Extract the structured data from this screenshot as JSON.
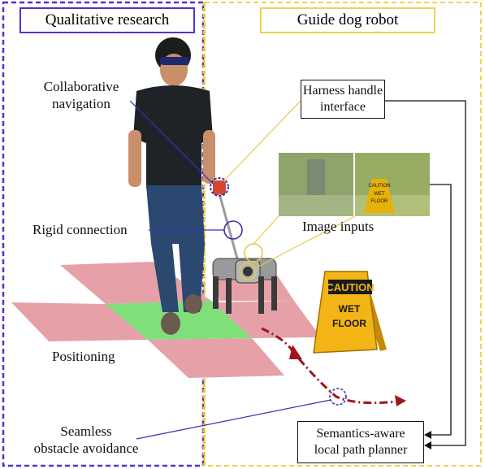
{
  "headers": {
    "left": "Qualitative research",
    "right": "Guide dog robot"
  },
  "labels": {
    "collaborative_line1": "Collaborative",
    "collaborative_line2": "navigation",
    "rigid_connection": "Rigid connection",
    "positioning": "Positioning",
    "seamless_line1": "Seamless",
    "seamless_line2": "obstacle avoidance",
    "image_inputs": "Image inputs"
  },
  "boxes": {
    "harness_line1": "Harness handle",
    "harness_line2": "interface",
    "planner_line1": "Semantics-aware",
    "planner_line2": "local path planner"
  },
  "sign": {
    "caution": "CAUTION",
    "wet": "WET",
    "floor": "FLOOR",
    "small_caution": "CAUTION",
    "small_wet": "WET",
    "small_floor": "FLOOR"
  },
  "colors": {
    "left_border": "#5b2fc9",
    "right_border": "#f0d254",
    "divider": "#e8c23c",
    "leader_blue": "#3a2fb0",
    "leader_yellow": "#e6c84a",
    "path_red": "#a0141c",
    "tile_pink": "#e5a1a7",
    "tile_green": "#7fe07a"
  }
}
